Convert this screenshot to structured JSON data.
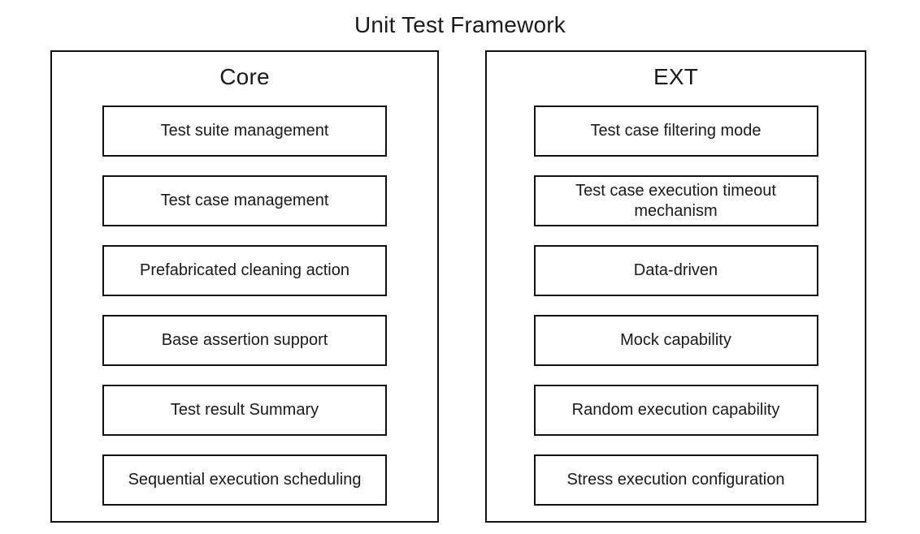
{
  "title": "Unit Test Framework",
  "panels": [
    {
      "header": "Core",
      "items": [
        "Test suite management",
        "Test case management",
        "Prefabricated cleaning action",
        "Base assertion support",
        "Test result Summary",
        "Sequential execution scheduling"
      ]
    },
    {
      "header": "EXT",
      "items": [
        "Test case filtering mode",
        "Test case execution timeout mechanism",
        "Data-driven",
        "Mock capability",
        "Random execution capability",
        "Stress execution configuration"
      ]
    }
  ],
  "colors": {
    "background": "#ffffff",
    "border": "#111111",
    "text": "#1a1a1a"
  }
}
